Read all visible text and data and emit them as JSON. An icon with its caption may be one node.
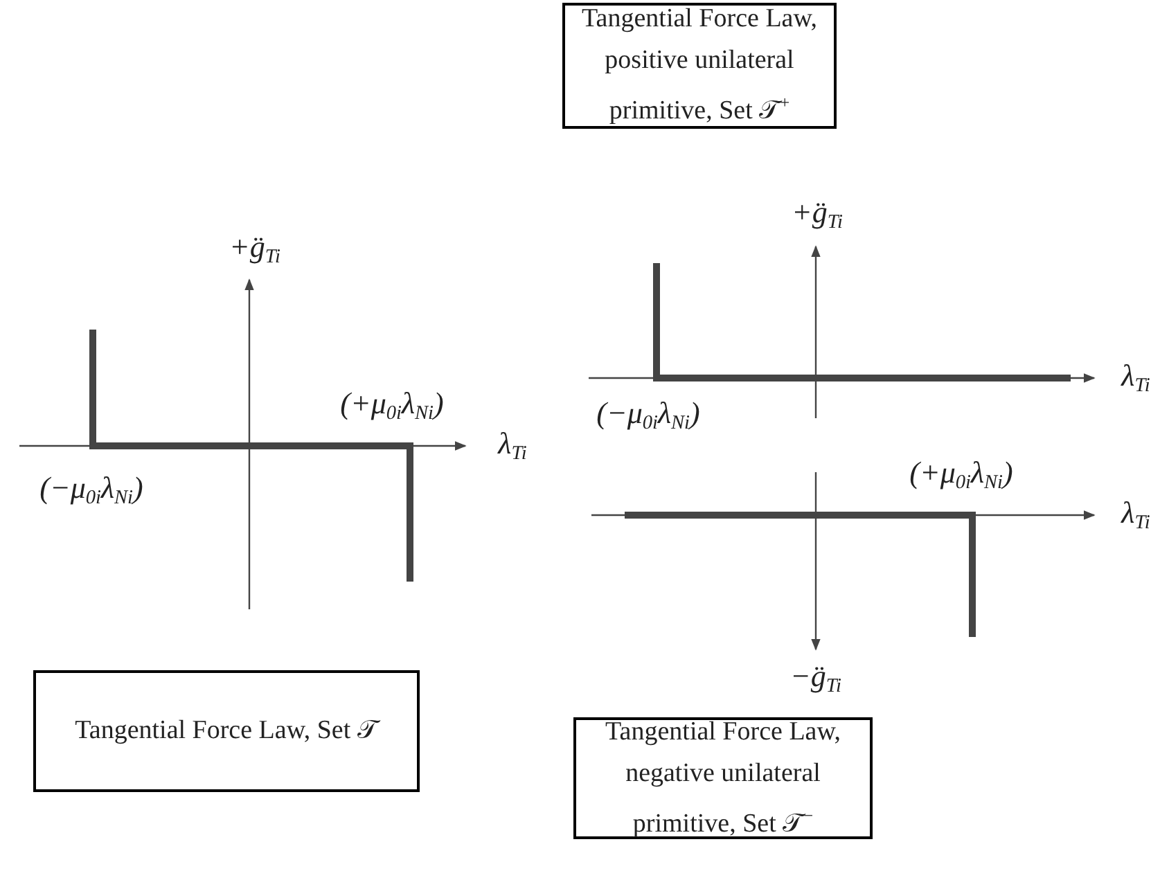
{
  "diagram": {
    "nodes": [
      {
        "text": [
          "Tangential Force Law, positive unilateral primitive, Set 𝒯$^{+}$"
        ]
      },
      {
        "text": [
          "Tangential Force Law, Set 𝒯"
        ]
      },
      {
        "text": [
          "Tangential Force Law, negative unilateral primitive, Set 𝒯$^{−}$"
        ]
      }
    ],
    "edges": [],
    "labels": [
      "+g̈$_{Ti}$",
      "+g̈$_{Ti}$",
      "(+μ$_{0i}$λ$_{Ni}$)",
      "λ$_{Ti}$",
      "λ$_{Ti}$",
      "(−μ$_{0i}$λ$_{Ni}$)",
      "(−μ$_{0i}$λ$_{Ni}$)",
      "(+μ$_{0i}$λ$_{Ni}$)",
      "λ$_{Ti}$",
      "−g̈$_{Ti}$"
    ]
  }
}
